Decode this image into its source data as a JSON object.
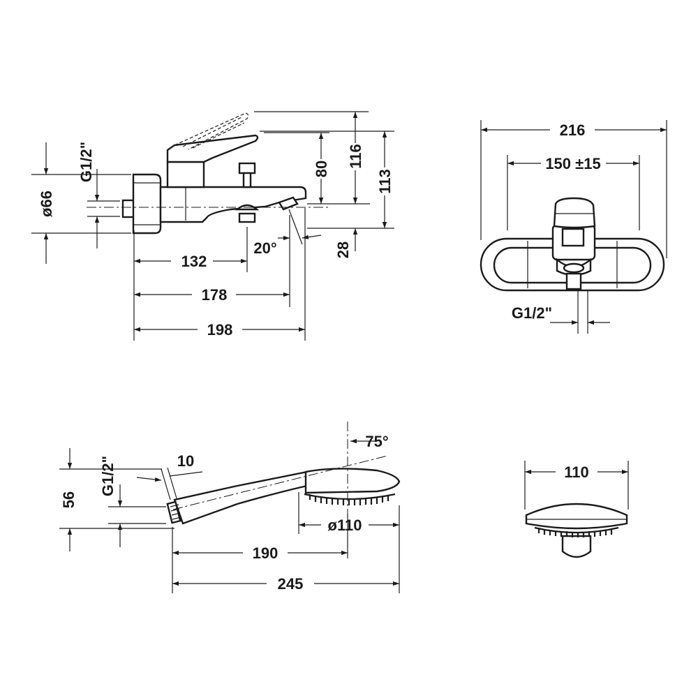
{
  "side_view": {
    "d_connection_thread": "G1/2\"",
    "d_diameter": "ø66",
    "d_80": "80",
    "d_116": "116",
    "d_113": "113",
    "d_angle": "20°",
    "d_28": "28",
    "d_132": "132",
    "d_178": "178",
    "d_198": "198"
  },
  "front_view": {
    "d_216": "216",
    "d_150": "150 ±15",
    "d_thread": "G1/2\""
  },
  "hand_shower": {
    "d_angle": "75°",
    "d_10": "10",
    "d_thread": "G1/2\"",
    "d_56": "56",
    "d_head_diameter": "ø110",
    "d_190": "190",
    "d_245": "245"
  },
  "shower_head_front": {
    "d_110": "110"
  }
}
